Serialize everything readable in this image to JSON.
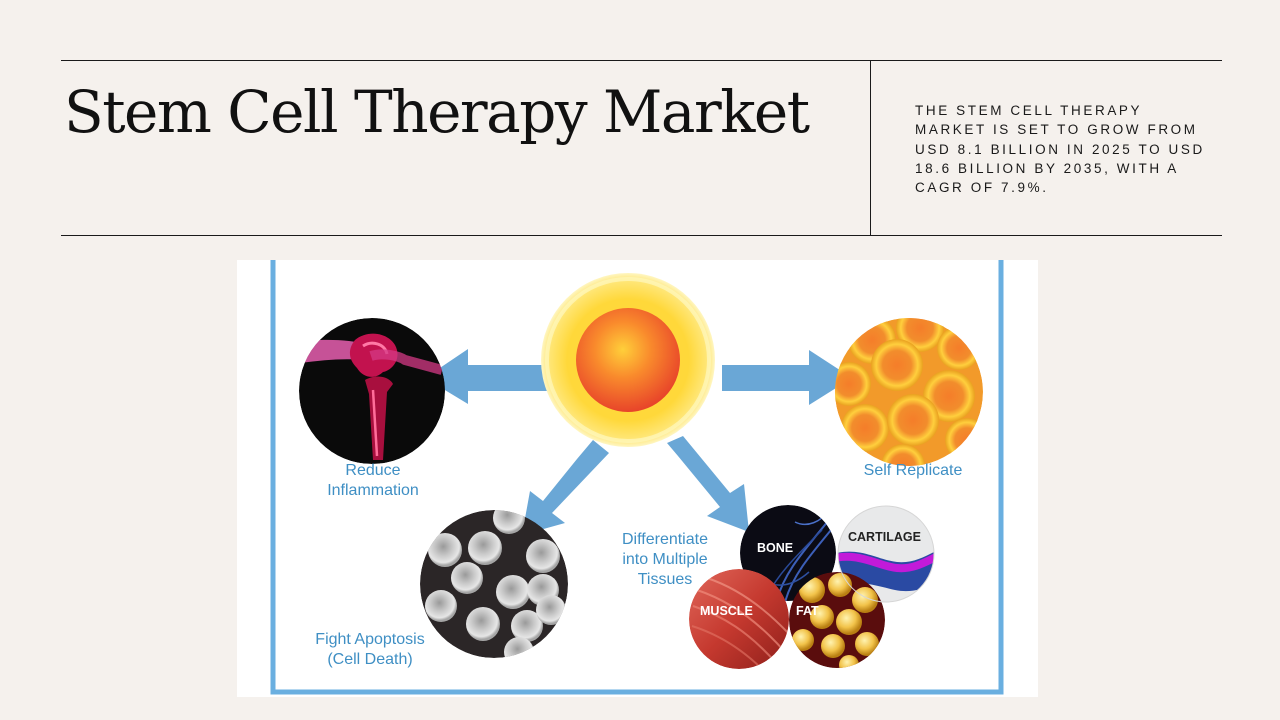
{
  "header": {
    "title": "Stem Cell Therapy Market",
    "summary": "The Stem Cell Therapy Market is set to grow from USD 8.1 Billion in 2025 to USD 18.6 Billion by 2035, with a CAGR of 7.9%."
  },
  "diagram": {
    "labels": {
      "reduce_line1": "Reduce",
      "reduce_line2": "Inflammation",
      "self_replicate": "Self Replicate",
      "apoptosis_line1": "Fight Apoptosis",
      "apoptosis_line2": "(Cell Death)",
      "diff_line1": "Differentiate",
      "diff_line2": "into Multiple",
      "diff_line3": "Tissues"
    },
    "tissues": {
      "bone": "BONE",
      "cartilage": "CARTILAGE",
      "muscle": "MUSCLE",
      "fat": "FAT"
    },
    "colors": {
      "frame": "#6aafe0",
      "arrow": "#6aa7d6",
      "label": "#3f8fc4",
      "cell_outer": "#fde87a",
      "cell_core": "#ef5a2a"
    }
  }
}
